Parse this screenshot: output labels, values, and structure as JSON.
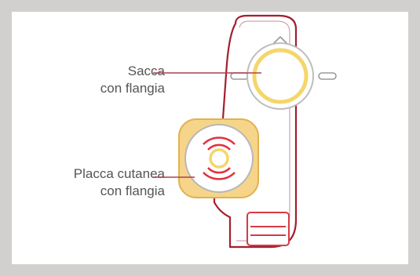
{
  "labels": {
    "sacca": {
      "line1": "Sacca",
      "line2": "con flangia"
    },
    "placca": {
      "line1": "Placca cutanea",
      "line2": "con flangia"
    }
  },
  "colors": {
    "frame": "#d2d0ce",
    "outline": "#a31f2e",
    "callout_line": "#b0404a",
    "flange_yellow": "#f5d66b",
    "plate_fill": "#f6d58a",
    "plate_border": "#e2b24f",
    "inner_disc": "#ffffff",
    "grey_ring": "#b7b7b7",
    "red_arcs": "#e0323f",
    "label_text": "#555555"
  },
  "icons": {
    "pouch": "ostomy-pouch-icon",
    "plate": "skin-barrier-plate-icon"
  }
}
